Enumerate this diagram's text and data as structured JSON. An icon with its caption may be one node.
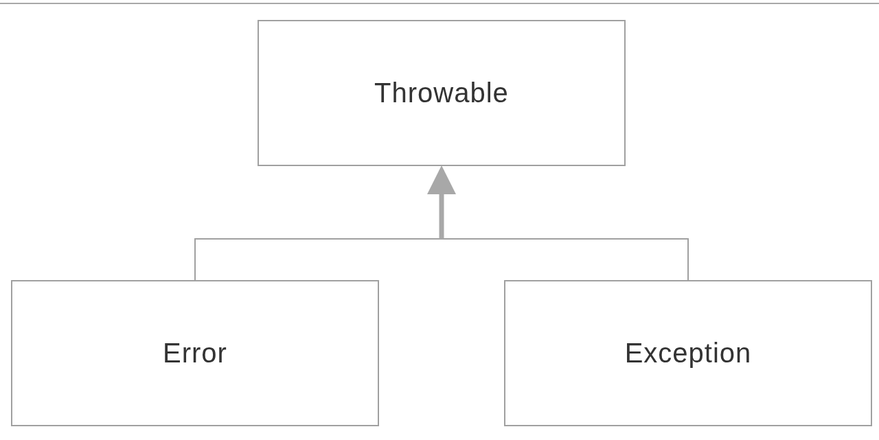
{
  "diagram": {
    "nodes": [
      {
        "text": [
          "Throwable"
        ]
      },
      {
        "text": [
          "Error"
        ]
      },
      {
        "text": [
          "Exception"
        ]
      }
    ],
    "edges": [
      {
        "from": 1,
        "to": 0,
        "arrow": "to"
      },
      {
        "from": 2,
        "to": 0,
        "arrow": "to"
      }
    ]
  }
}
